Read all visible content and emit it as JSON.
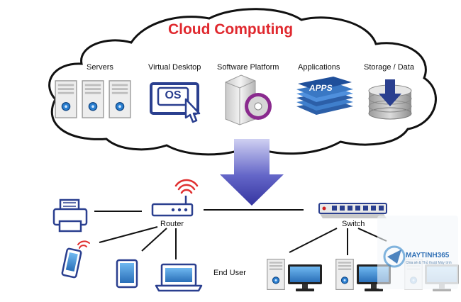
{
  "title": "Cloud Computing",
  "services": [
    {
      "label": "Servers",
      "icon": "server-icon"
    },
    {
      "label": "Virtual Desktop",
      "icon": "os-screen-icon",
      "screen_text": "OS"
    },
    {
      "label": "Software Platform",
      "icon": "software-box-icon"
    },
    {
      "label": "Applications",
      "icon": "apps-stack-icon",
      "badge_text": "APPS"
    },
    {
      "label": "Storage / Data",
      "icon": "database-icon"
    }
  ],
  "network": {
    "router_label": "Router",
    "switch_label": "Switch",
    "end_user_label": "End User"
  },
  "watermark": {
    "brand": "MAYTINH365",
    "tagline": "Chia sẻ & Thủ thuật Máy tính"
  },
  "colors": {
    "title": "#e0282e",
    "accent_blue": "#2a3f8f",
    "arrow": "#3d3fa8",
    "wifi": "#e03030",
    "outline": "#111111"
  }
}
